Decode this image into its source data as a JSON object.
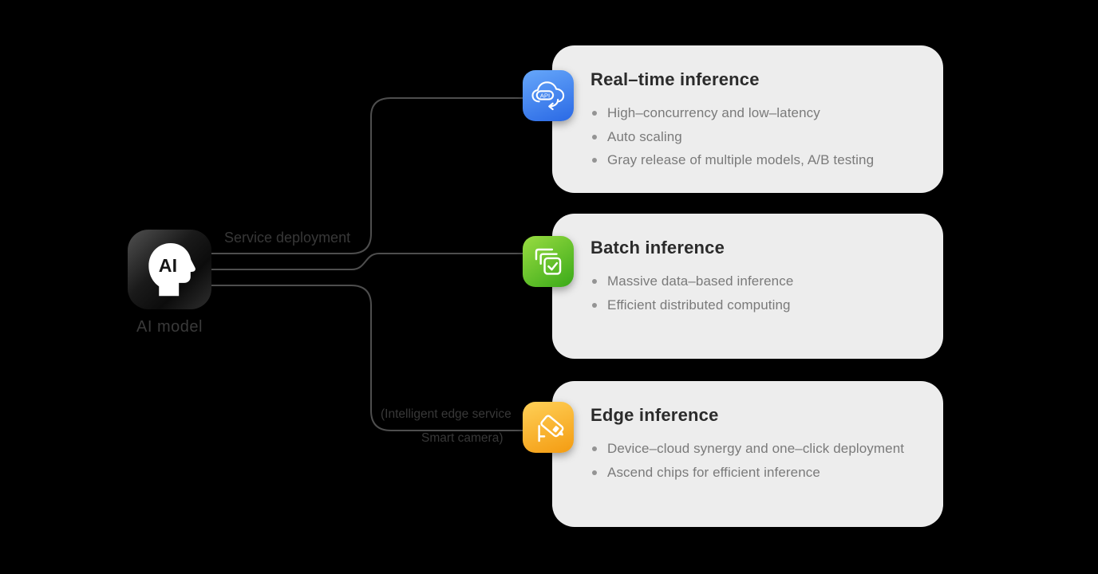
{
  "diagram_title_implicit": "AI model service deployment options",
  "source": {
    "label": "AI model",
    "icon": "ai-head-icon",
    "icon_text": "AI"
  },
  "connector_labels": {
    "service_deployment": "Service deployment",
    "edge_note_line1": "(Intelligent edge service",
    "edge_note_line2": "Smart camera)"
  },
  "cards": [
    {
      "id": "real-time-inference",
      "icon": "cloud-api-icon",
      "icon_text": "API",
      "title": "Real–time inference",
      "bullets": [
        "High–concurrency and low–latency",
        "Auto scaling",
        "Gray release of multiple models, A/B testing"
      ]
    },
    {
      "id": "batch-inference",
      "icon": "batch-tasks-check-icon",
      "title": "Batch inference",
      "bullets": [
        "Massive data–based inference",
        "Efficient distributed computing"
      ]
    },
    {
      "id": "edge-inference",
      "icon": "smart-camera-icon",
      "title": "Edge inference",
      "bullets": [
        "Device–cloud synergy and one–click deployment",
        "Ascend chips for efficient inference"
      ]
    }
  ],
  "colors": {
    "background": "#000000",
    "card_background": "#EDEDED",
    "card_title_text": "#2B2B2B",
    "bullet_text": "#7A7A7A",
    "bullet_dot": "#949494",
    "connector_line": "#4E4E4E",
    "dim_label_text": "#383838",
    "ai_model_label_text": "#3A3A3A",
    "realtime_icon_gradient_top": "#66A7FA",
    "realtime_icon_gradient_bottom": "#2D6CE6",
    "batch_icon_gradient_top": "#99DC41",
    "batch_icon_gradient_bottom": "#3EAC1B",
    "edge_icon_gradient_top": "#FFD057",
    "edge_icon_gradient_bottom": "#F49E15"
  }
}
